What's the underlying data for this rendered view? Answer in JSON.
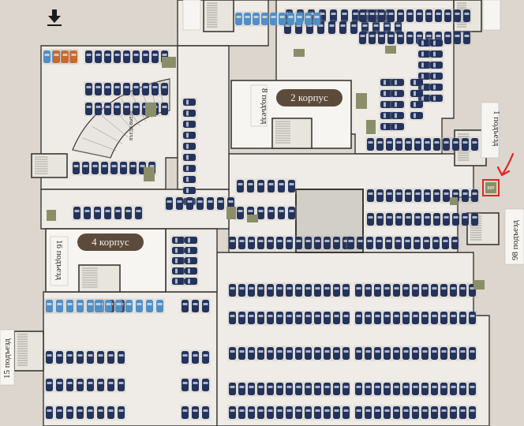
{
  "buildings": [
    {
      "label": "2 корпус"
    },
    {
      "label": "4 корпус"
    }
  ],
  "entrances": [
    {
      "label": "8 подъезд"
    },
    {
      "label": "1 подъезд"
    },
    {
      "label": "98 подъезд"
    },
    {
      "label": "16 подъезд"
    },
    {
      "label": "15 подъезд"
    }
  ],
  "ramp": {
    "label": "ВЪЕЗД-ВЫЕЗД"
  },
  "highlight_marker": {
    "label": "Б0Р"
  },
  "colors": {
    "background": "#dcd6cf",
    "floor": "#efece7",
    "wall": "#3b3833",
    "car_regular": "#23335b",
    "car_family": "#4f8fc7",
    "car_reserved": "#c9682a",
    "building_tag": "#5c4b3b",
    "storage_room": "#8a8f6a",
    "highlight": "#e3241d"
  },
  "icons": {
    "entry_arrow": "arrow-down-icon",
    "pointer": "red-arrow-icon"
  },
  "parking": {
    "rows": [
      {
        "count": 9,
        "orientation": "v",
        "style": "regular"
      },
      {
        "count": 9,
        "orientation": "v",
        "style": "regular"
      },
      {
        "count": 4,
        "orientation": "v",
        "style": "family"
      },
      {
        "count": 3,
        "orientation": "v",
        "style": "reserved"
      },
      {
        "count": 9,
        "orientation": "v",
        "style": "regular"
      },
      {
        "count": 9,
        "orientation": "v",
        "style": "regular"
      },
      {
        "count": 10,
        "orientation": "h",
        "style": "regular"
      },
      {
        "count": 10,
        "orientation": "v",
        "style": "regular"
      },
      {
        "count": 11,
        "orientation": "v",
        "style": "regular"
      },
      {
        "count": 12,
        "orientation": "v",
        "style": "regular"
      },
      {
        "count": 12,
        "orientation": "v",
        "style": "regular"
      },
      {
        "count": 10,
        "orientation": "v",
        "style": "family"
      },
      {
        "count": 12,
        "orientation": "v",
        "style": "regular"
      },
      {
        "count": 12,
        "orientation": "v",
        "style": "regular"
      },
      {
        "count": 12,
        "orientation": "v",
        "style": "regular"
      },
      {
        "count": 13,
        "orientation": "v",
        "style": "regular"
      },
      {
        "count": 13,
        "orientation": "v",
        "style": "regular"
      },
      {
        "count": 13,
        "orientation": "v",
        "style": "regular"
      },
      {
        "count": 13,
        "orientation": "v",
        "style": "regular"
      },
      {
        "count": 13,
        "orientation": "v",
        "style": "regular"
      },
      {
        "count": 6,
        "orientation": "h",
        "style": "regular"
      },
      {
        "count": 6,
        "orientation": "h",
        "style": "regular"
      },
      {
        "count": 8,
        "orientation": "v",
        "style": "regular"
      },
      {
        "count": 8,
        "orientation": "v",
        "style": "regular"
      },
      {
        "count": 8,
        "orientation": "v",
        "style": "regular"
      },
      {
        "count": 8,
        "orientation": "v",
        "style": "regular"
      },
      {
        "count": 6,
        "orientation": "v",
        "style": "regular"
      },
      {
        "count": 6,
        "orientation": "v",
        "style": "regular"
      },
      {
        "count": 7,
        "orientation": "v",
        "style": "regular"
      },
      {
        "count": 7,
        "orientation": "v",
        "style": "regular"
      }
    ]
  }
}
